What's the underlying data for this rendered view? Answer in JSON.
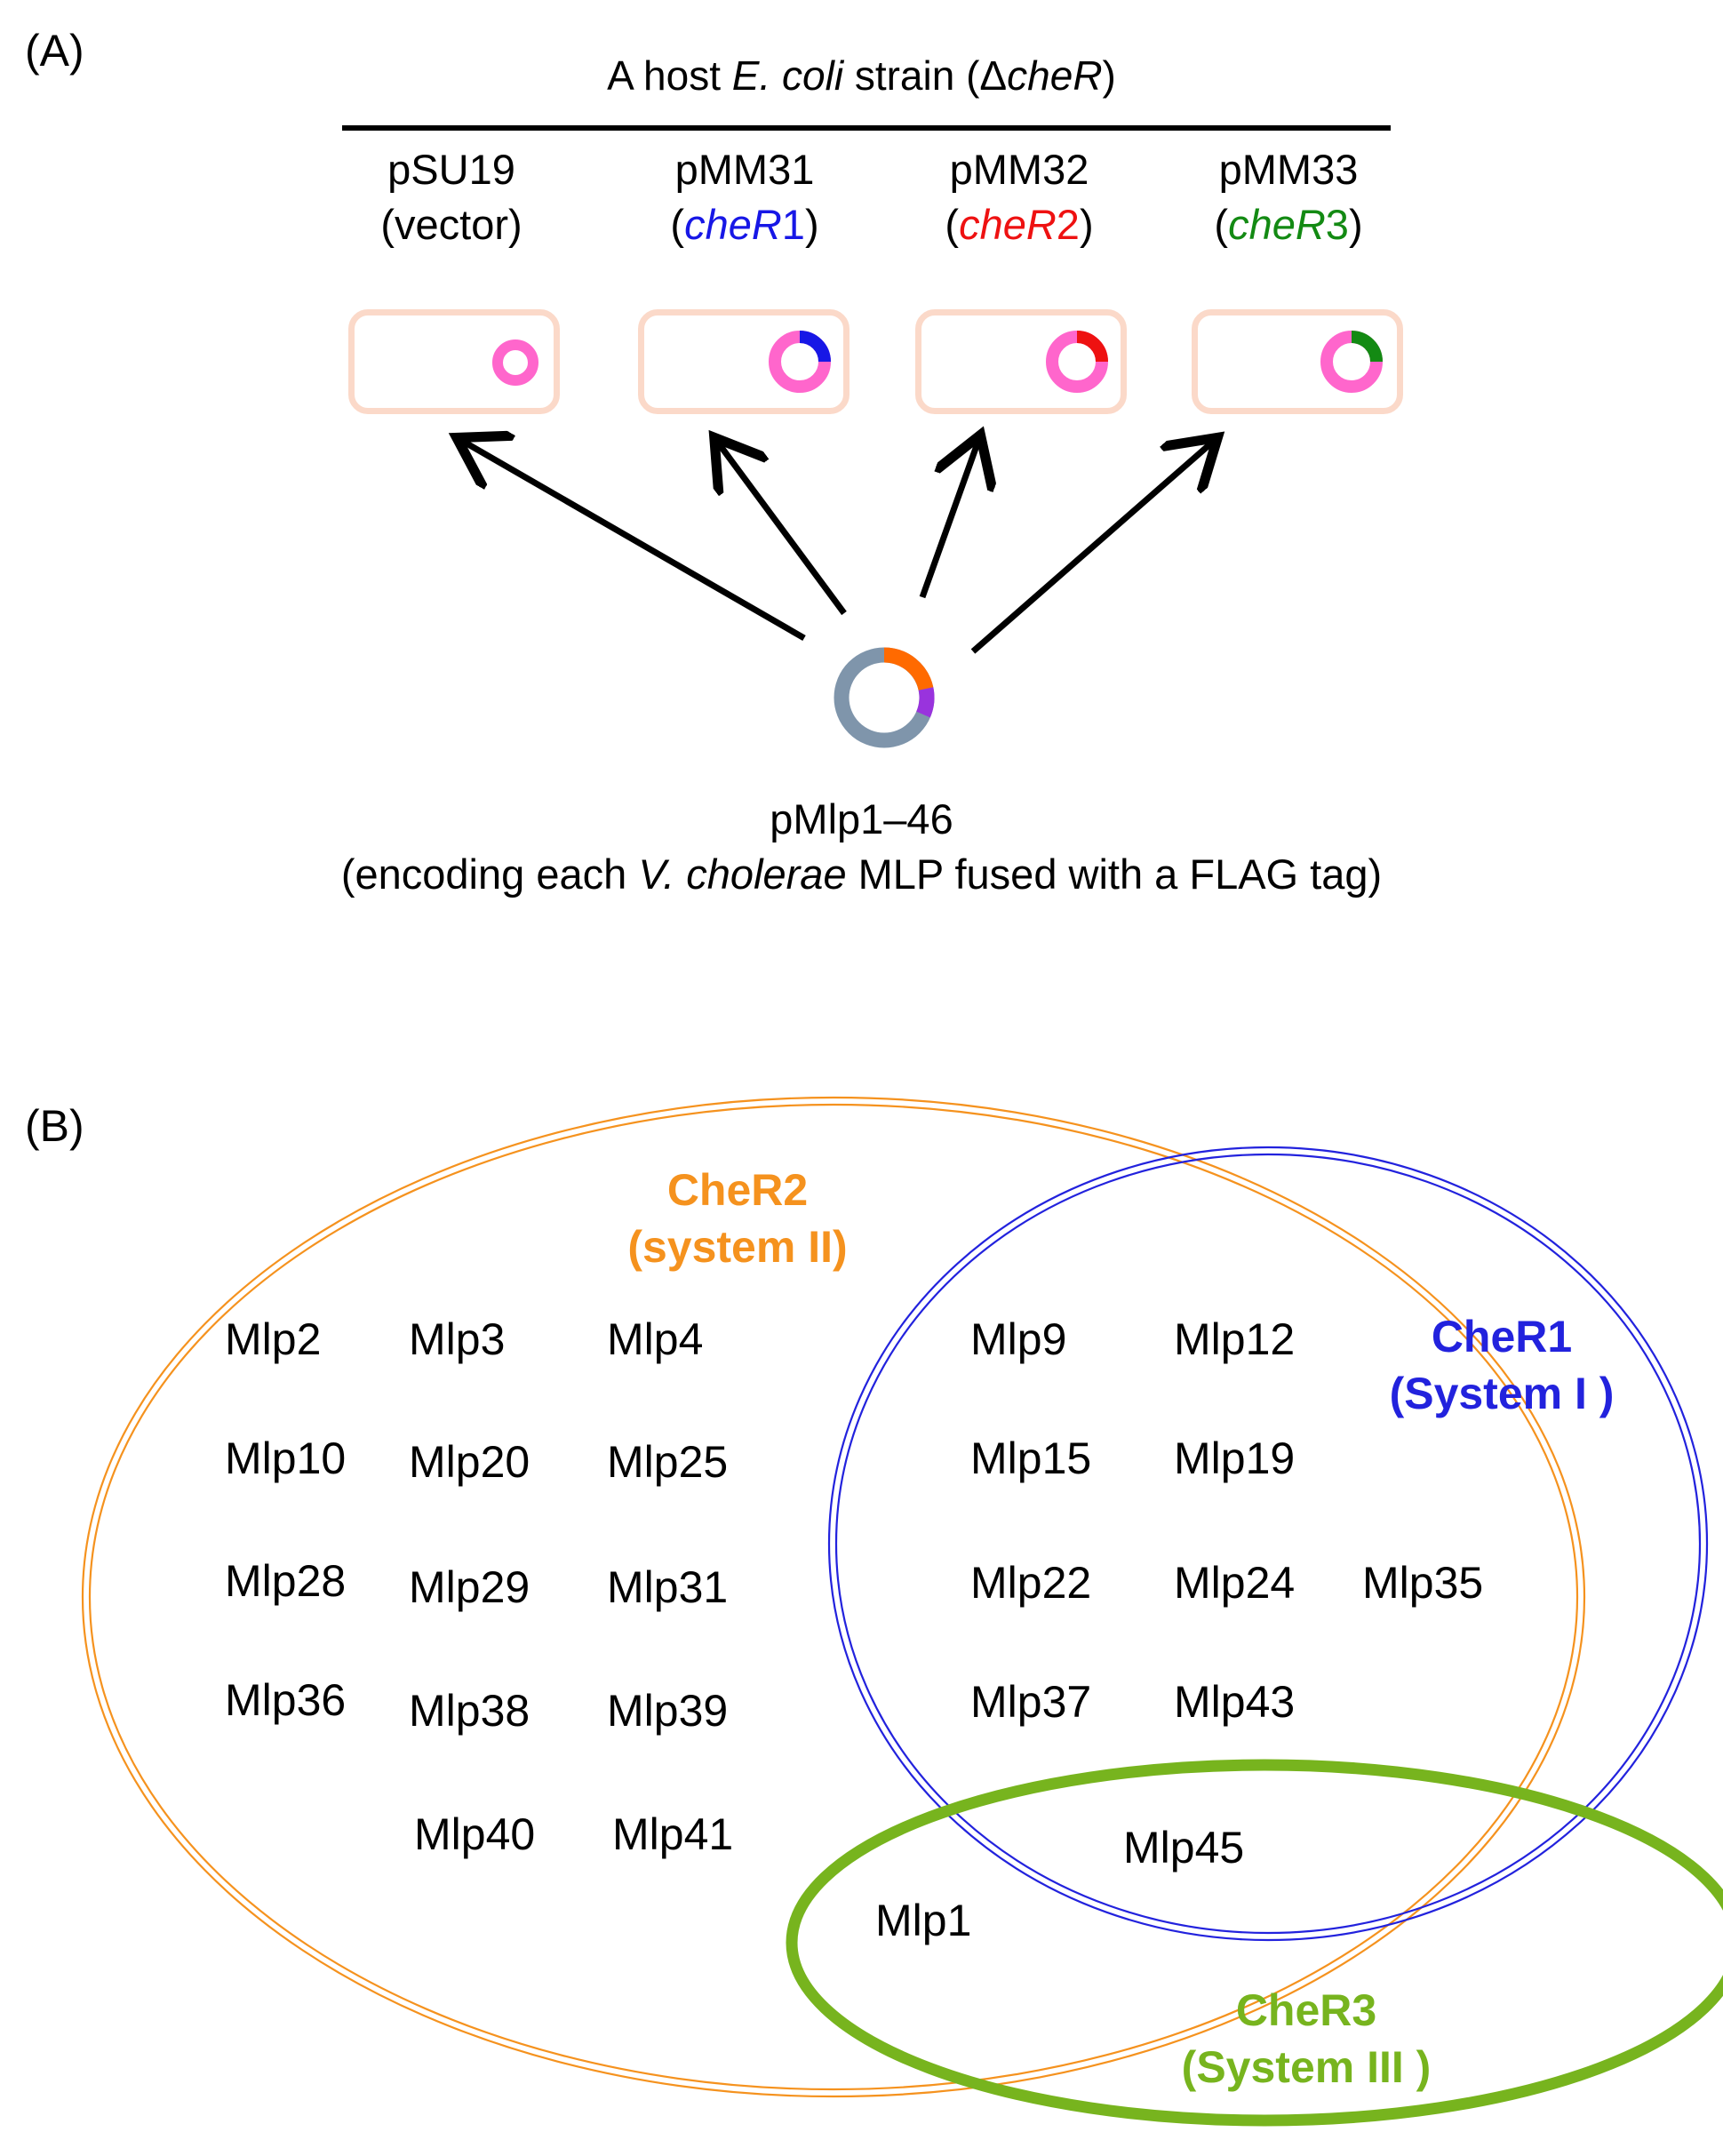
{
  "panel_a": {
    "label": "(A)",
    "host": {
      "prefix": "A host ",
      "species": "E. coli",
      "middle": " strain (",
      "delta": "Δ",
      "gene": "cheR",
      "suffix": ")"
    },
    "plasmids": [
      {
        "name": "pSU19",
        "detail_open": "(",
        "detail": "vector",
        "detail_suffix": "",
        "detail_close": ")",
        "color": "#000000"
      },
      {
        "name": "pMM31",
        "detail_open": "(",
        "detail": "cheR",
        "detail_suffix": "1",
        "detail_close": ")",
        "color": "#1717e6"
      },
      {
        "name": "pMM32",
        "detail_open": "(",
        "detail": "cheR",
        "detail_suffix": "2",
        "detail_close": ")",
        "color": "#ee1111"
      },
      {
        "name": "pMM33",
        "detail_open": "(",
        "detail": "cheR",
        "detail_suffix": "3",
        "detail_close": ")",
        "color": "#138a13"
      }
    ],
    "source_plasmid": {
      "name": "pMlp1–46",
      "desc_prefix": "(encoding each ",
      "desc_species": "V. cholerae",
      "desc_suffix": " MLP fused with a FLAG tag)"
    },
    "colors": {
      "plasmid_ring": "#ff66cc",
      "cell_border": "#fbd9c9",
      "source_ring": "#7f95ab",
      "insert_orange": "#ff6a00",
      "insert_purple": "#9933dd"
    }
  },
  "panel_b": {
    "label": "(B)",
    "sets": {
      "cheR2": {
        "name": "CheR2",
        "system": "(system II)",
        "color": "#f5921e"
      },
      "cheR1": {
        "name": "CheR1",
        "system": "(System I )",
        "color": "#2222dd"
      },
      "cheR3": {
        "name": "CheR3",
        "system": "(System III )",
        "color": "#77b41e"
      }
    },
    "cheR2_only": [
      "Mlp2",
      "Mlp3",
      "Mlp4",
      "Mlp10",
      "Mlp20",
      "Mlp25",
      "Mlp28",
      "Mlp29",
      "Mlp31",
      "Mlp36",
      "Mlp38",
      "Mlp39",
      "Mlp40",
      "Mlp41"
    ],
    "cheR1_and_cheR2": [
      "Mlp9",
      "Mlp12",
      "Mlp15",
      "Mlp19",
      "Mlp22",
      "Mlp24",
      "Mlp37",
      "Mlp43"
    ],
    "cheR1_only": [
      "Mlp35"
    ],
    "all_three": [
      "Mlp45"
    ],
    "cheR2_and_cheR3": [
      "Mlp1"
    ]
  }
}
